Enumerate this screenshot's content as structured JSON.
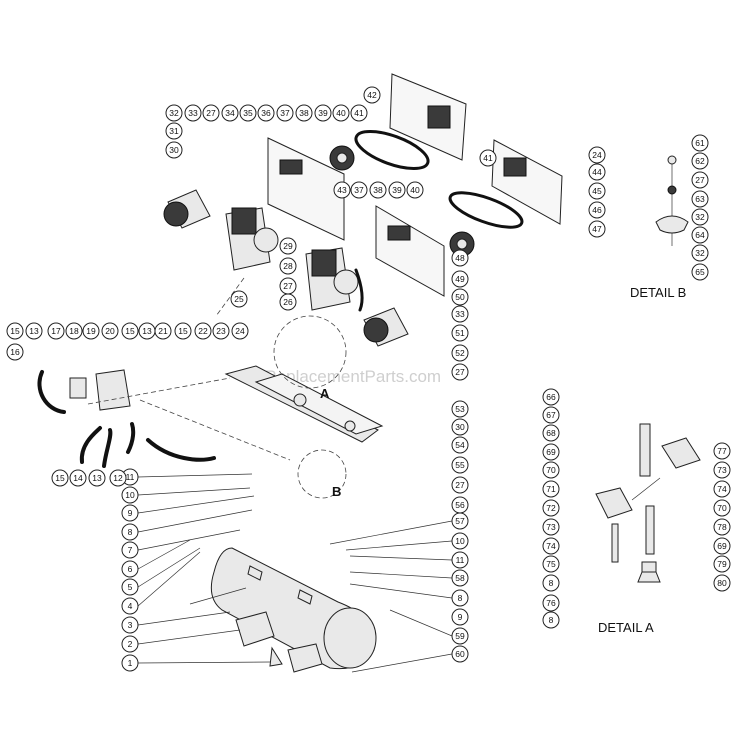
{
  "watermark": "eReplacementParts.com",
  "detail_a_label": "DETAIL  A",
  "detail_b_label": "DETAIL  B",
  "marker_a": "A",
  "marker_b": "B",
  "callouts": [
    "1",
    "2",
    "3",
    "4",
    "5",
    "6",
    "7",
    "8",
    "9",
    "10",
    "11",
    "12",
    "13",
    "14",
    "15",
    "16",
    "17",
    "18",
    "19",
    "20",
    "21",
    "22",
    "23",
    "24",
    "25",
    "26",
    "27",
    "28",
    "29",
    "30",
    "31",
    "32",
    "33",
    "34",
    "35",
    "36",
    "37",
    "38",
    "39",
    "40",
    "41",
    "42",
    "43",
    "44",
    "45",
    "46",
    "47",
    "48",
    "49",
    "50",
    "51",
    "52",
    "53",
    "54",
    "55",
    "56",
    "57",
    "58",
    "59",
    "60",
    "61",
    "62",
    "63",
    "64",
    "65",
    "66",
    "67",
    "68",
    "69",
    "70",
    "71",
    "72",
    "73",
    "74",
    "75",
    "76",
    "77",
    "78",
    "79",
    "80"
  ]
}
